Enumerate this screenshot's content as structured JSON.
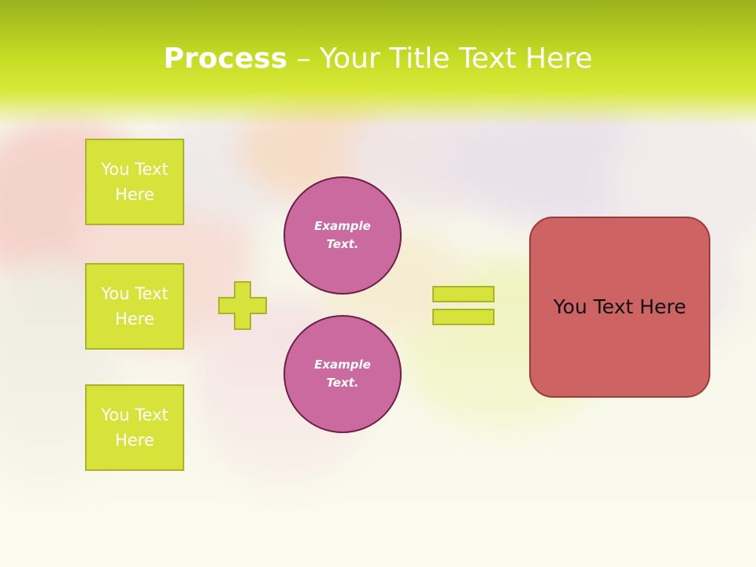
{
  "slide": {
    "title_bold": "Process",
    "title_rest": " – Your Title Text Here",
    "left_boxes": [
      "You Text Here",
      "You Text Here",
      "You Text Here"
    ],
    "circles": [
      "Example Text.",
      "Example Text."
    ],
    "result": "You Text Here"
  },
  "colors": {
    "header": "#c5dc24",
    "box_fill": "#d7e23a",
    "circle_fill": "#cb6a9f",
    "result_fill": "#cd6363"
  },
  "icons": [
    "plus-icon",
    "equals-icon"
  ]
}
